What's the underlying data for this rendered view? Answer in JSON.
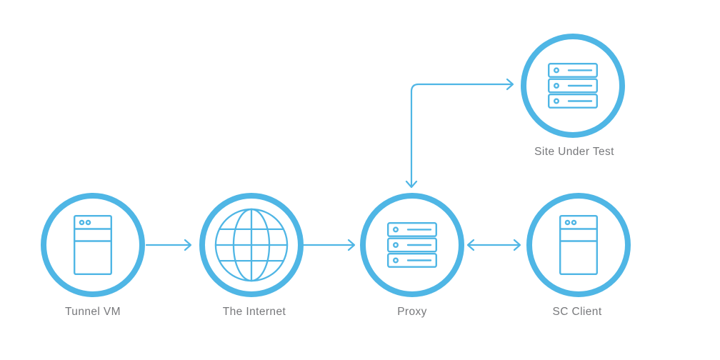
{
  "diagram": {
    "background_color": "#ffffff",
    "accent_color": "#4FB6E5",
    "label_color": "#77787B",
    "nodes": [
      {
        "id": "tunnel-vm",
        "label": "Tunnel VM",
        "icon": "server-tower-icon"
      },
      {
        "id": "the-internet",
        "label": "The Internet",
        "icon": "globe-icon"
      },
      {
        "id": "proxy",
        "label": "Proxy",
        "icon": "server-stack-icon"
      },
      {
        "id": "sc-client",
        "label": "SC Client",
        "icon": "server-tower-icon"
      },
      {
        "id": "site-under-test",
        "label": "Site Under Test",
        "icon": "server-stack-icon"
      }
    ],
    "connections": [
      {
        "from": "tunnel-vm",
        "to": "the-internet",
        "direction": "one-way",
        "shape": "straight"
      },
      {
        "from": "the-internet",
        "to": "proxy",
        "direction": "one-way",
        "shape": "straight"
      },
      {
        "from": "proxy",
        "to": "sc-client",
        "direction": "two-way",
        "shape": "straight"
      },
      {
        "from": "proxy",
        "to": "site-under-test",
        "direction": "two-way",
        "shape": "elbow"
      }
    ]
  }
}
